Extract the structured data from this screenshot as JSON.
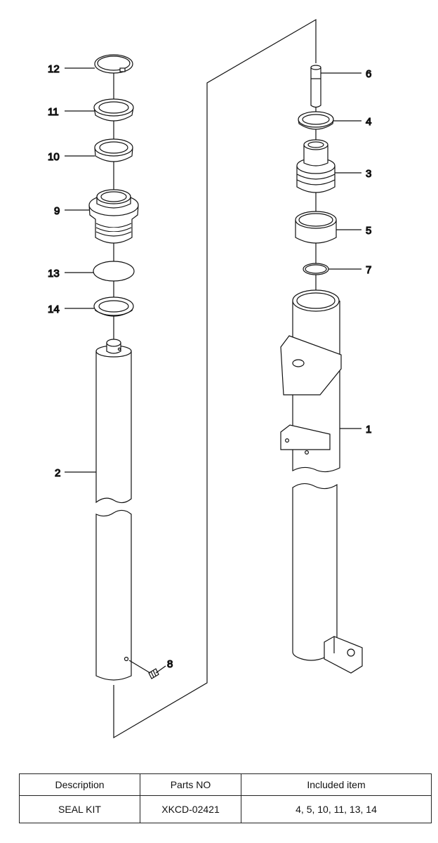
{
  "callouts": [
    {
      "id": "c12",
      "text": "12"
    },
    {
      "id": "c11",
      "text": "11"
    },
    {
      "id": "c10",
      "text": "10"
    },
    {
      "id": "c9",
      "text": "9"
    },
    {
      "id": "c13",
      "text": "13"
    },
    {
      "id": "c14",
      "text": "14"
    },
    {
      "id": "c2",
      "text": "2"
    },
    {
      "id": "c8",
      "text": "8"
    },
    {
      "id": "c6",
      "text": "6"
    },
    {
      "id": "c4",
      "text": "4"
    },
    {
      "id": "c3",
      "text": "3"
    },
    {
      "id": "c5",
      "text": "5"
    },
    {
      "id": "c7",
      "text": "7"
    },
    {
      "id": "c1",
      "text": "1"
    }
  ],
  "table": {
    "headers": [
      "Description",
      "Parts NO",
      "Included item"
    ],
    "rows": [
      [
        "SEAL KIT",
        "XKCD-02421",
        "4, 5, 10, 11, 13, 14"
      ]
    ]
  }
}
